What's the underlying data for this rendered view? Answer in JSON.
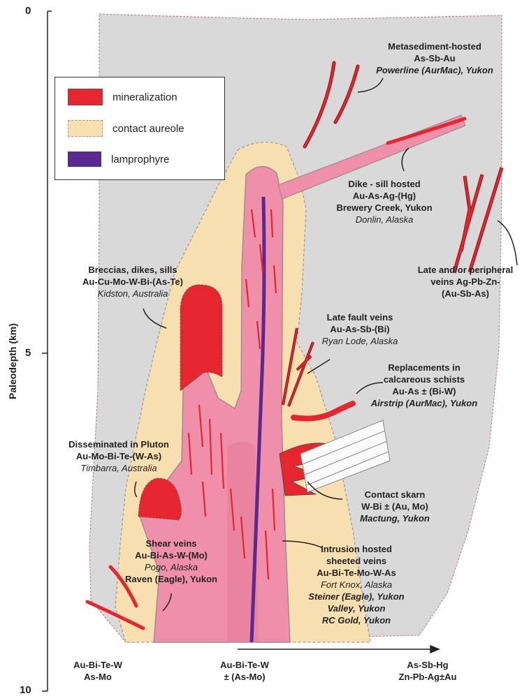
{
  "axis": {
    "label": "Paleodepth (km)",
    "ticks": [
      "0",
      "5",
      "10"
    ]
  },
  "legend": [
    {
      "label": "mineralization",
      "color": "#e5262e"
    },
    {
      "label": "contact aureole",
      "color": "#f8dfb0"
    },
    {
      "label": "lamprophyre",
      "color": "#5b2a91"
    }
  ],
  "annotations": {
    "metasediment": {
      "l1": "Metasediment-hosted",
      "l2": "As-Sb-Au",
      "l3": "Powerline (AurMac), Yukon"
    },
    "dike_sill": {
      "l1": "Dike - sill hosted",
      "l2": "Au-As-Ag-(Hg)",
      "l3": "Brewery Creek, Yukon",
      "l4": "Donlin, Alaska"
    },
    "peripheral": {
      "l1": "Late and/or peripheral",
      "l2": "veins Ag-Pb-Zn-",
      "l3": "(Au-Sb-As)"
    },
    "breccias": {
      "l1": "Breccias, dikes, sills",
      "l2": "Au-Cu-Mo-W-Bi-(As-Te)",
      "l3": "Kidston, Australia"
    },
    "fault": {
      "l1": "Late fault veins",
      "l2": "Au-As-Sb-(Bi)",
      "l3": "Ryan Lode, Alaska"
    },
    "replacements": {
      "l1": "Replacements in",
      "l2": "calcareous schists",
      "l3": "Au-As ± (Bi-W)",
      "l4": "Airstrip (AurMac), Yukon"
    },
    "disseminated": {
      "l1": "Disseminated in Pluton",
      "l2": "Au-Mo-Bi-Te-(W-As)",
      "l3": "Timbarra, Australia"
    },
    "skarn": {
      "l1": "Contact skarn",
      "l2": "W-Bi ± (Au, Mo)",
      "l3": "Mactung, Yukon"
    },
    "shear": {
      "l1": "Shear veins",
      "l2": "Au-Bi-As-W-(Mo)",
      "l3": "Pogo, Alaska",
      "l4": "Raven (Eagle), Yukon"
    },
    "sheeted": {
      "l1": "Intrusion hosted",
      "l2": "sheeted veins",
      "l3": "Au-Bi-Te-Mo-W-As",
      "l4": "Fort Knox, Alaska",
      "l5": "Steiner (Eagle), Yukon",
      "l6": "Valley, Yukon",
      "l7": "RC Gold, Yukon"
    }
  },
  "bottom": {
    "left": {
      "l1": "Au-Bi-Te-W",
      "l2": "As-Mo"
    },
    "middle": {
      "l1": "Au-Bi-Te-W",
      "l2": "± (As-Mo)"
    },
    "right": {
      "l1": "As-Sb-Hg",
      "l2": "Zn-Pb-Ag±Au"
    }
  }
}
